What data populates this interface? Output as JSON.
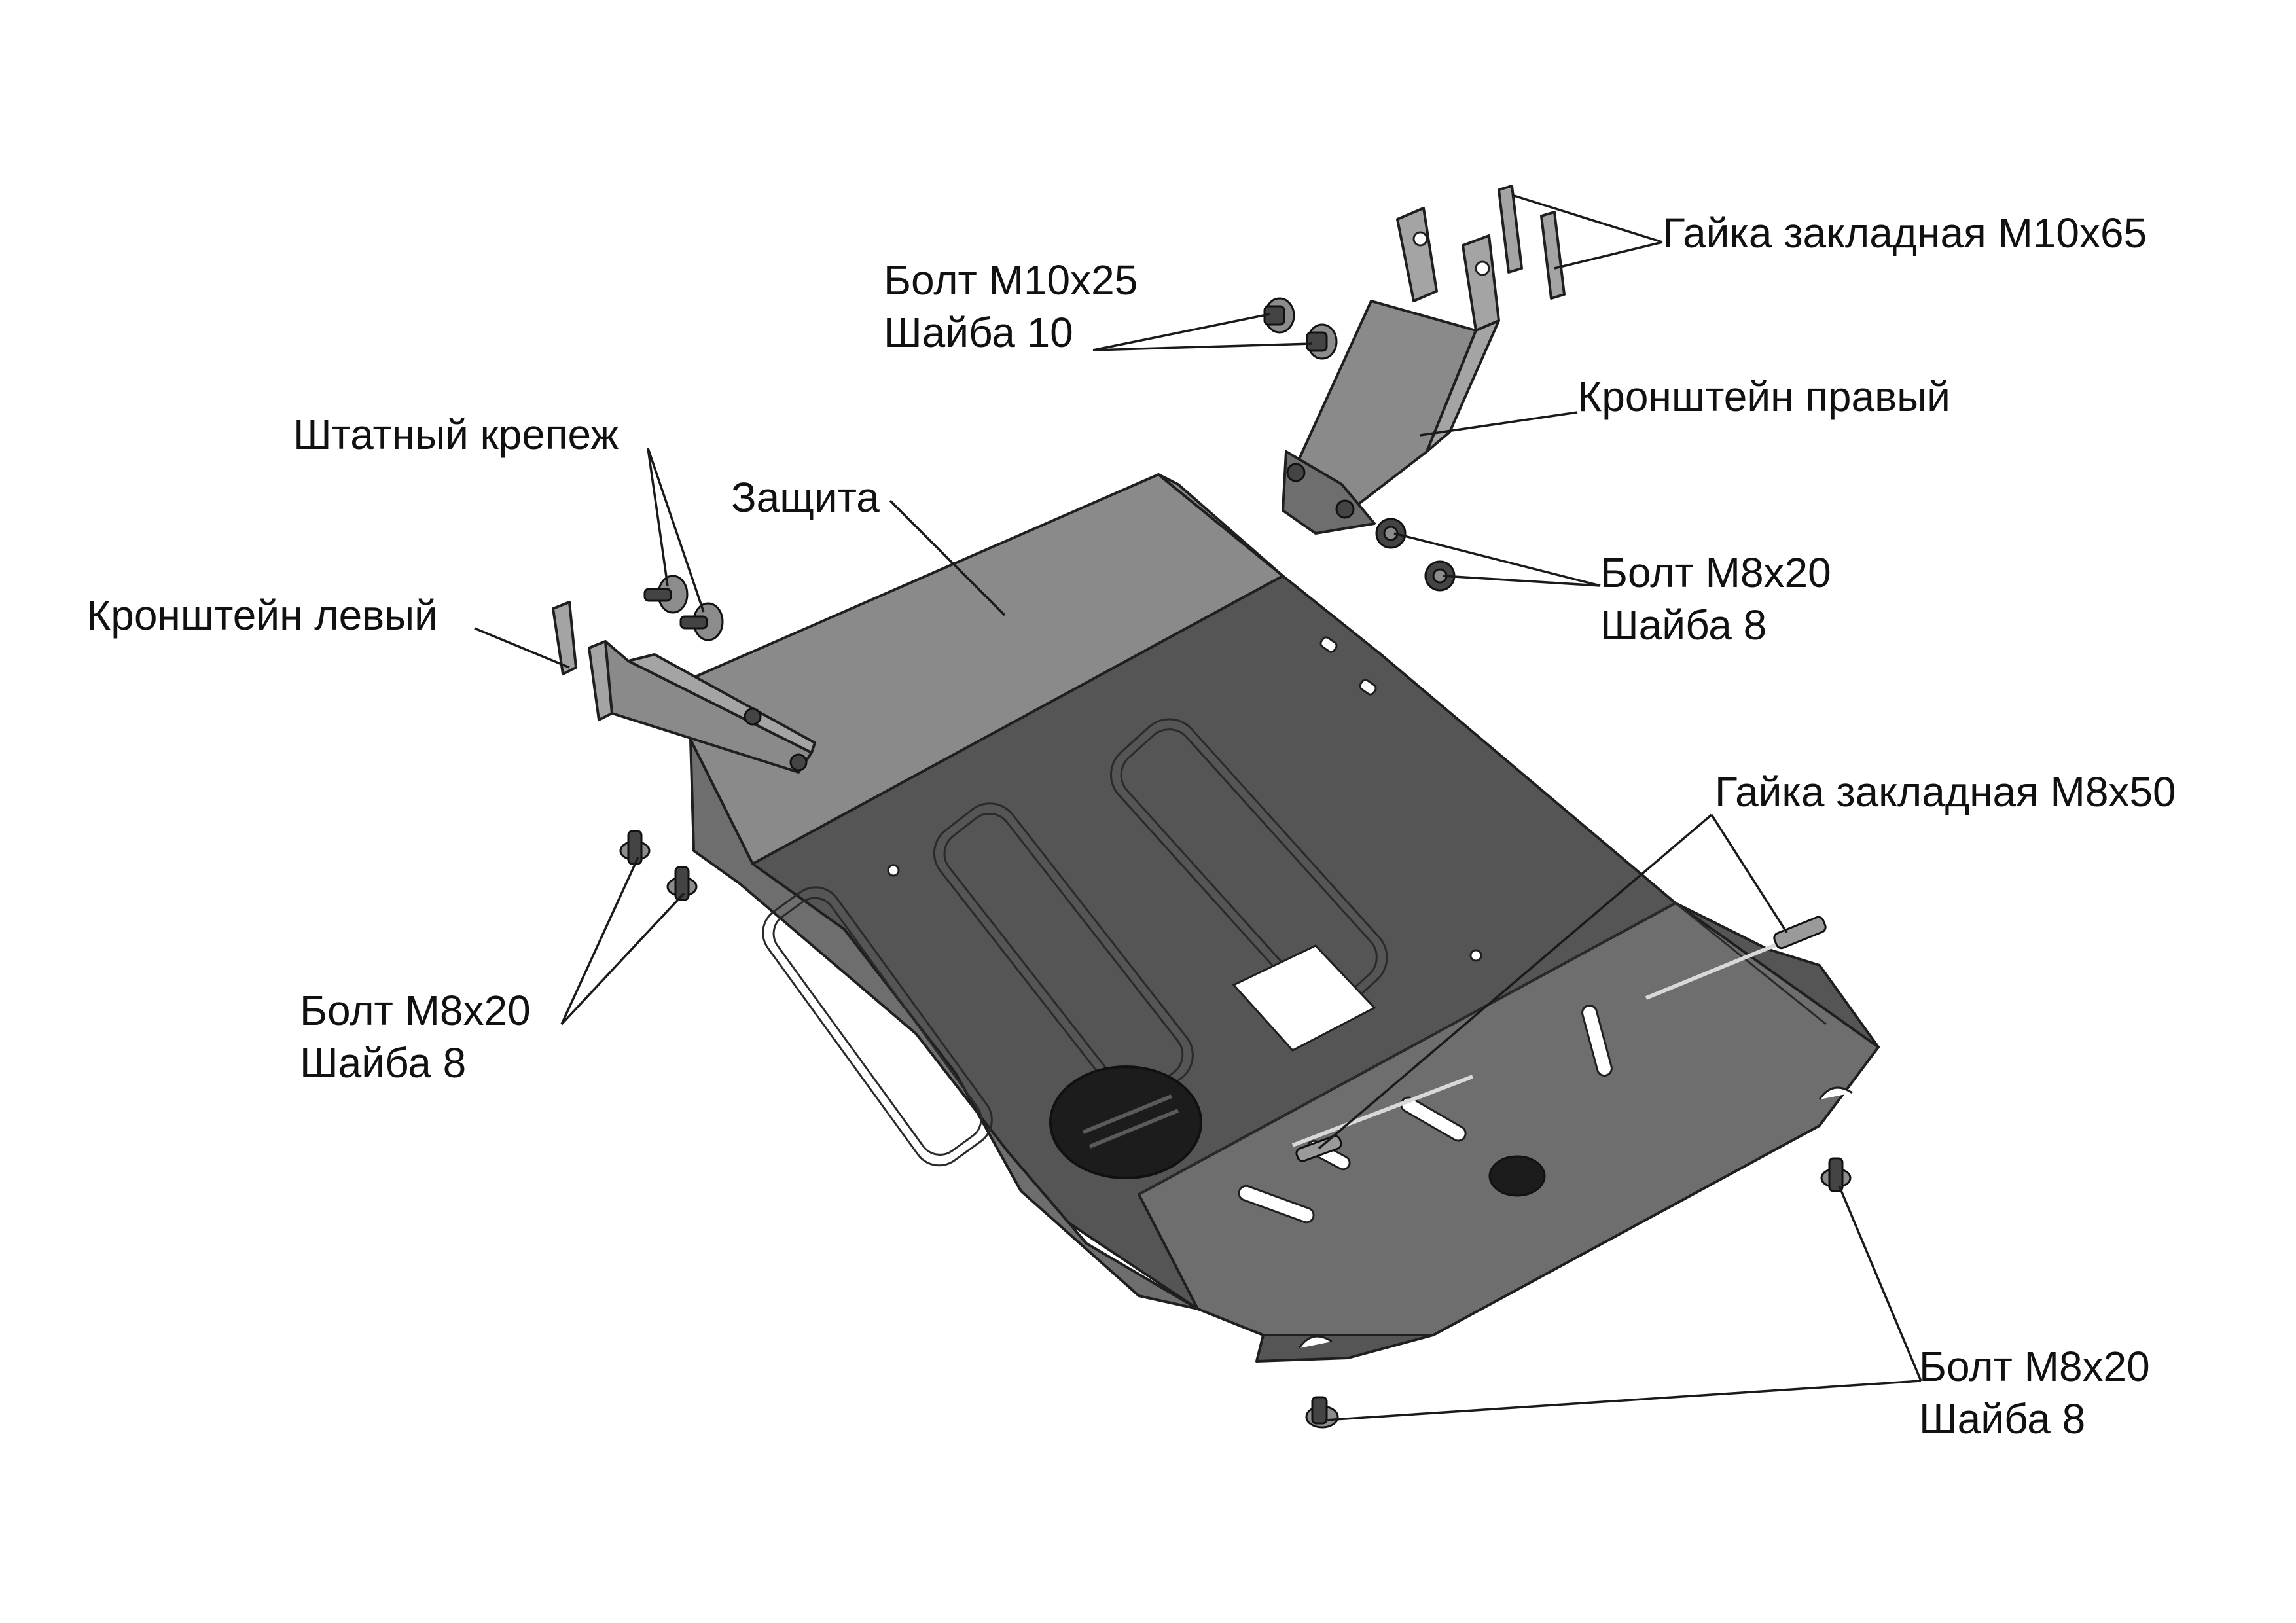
{
  "labels": {
    "nut_m10": "Гайка закладная М10х65",
    "bolt_m10_line1": "Болт М10х25",
    "bolt_m10_line2": "Шайба 10",
    "bracket_right": "Кронштейн правый",
    "std_fastener": "Штатный крепеж",
    "guard": "Защита",
    "bracket_left": "Кронштейн левый",
    "bolt_m8_right_line1": "Болт М8х20",
    "bolt_m8_right_line2": "Шайба 8",
    "nut_m8": "Гайка закладная М8х50",
    "bolt_m8_left_line1": "Болт М8х20",
    "bolt_m8_left_line2": "Шайба 8",
    "bolt_m8_bottom_line1": "Болт М8х20",
    "bolt_m8_bottom_line2": "Шайба 8"
  }
}
